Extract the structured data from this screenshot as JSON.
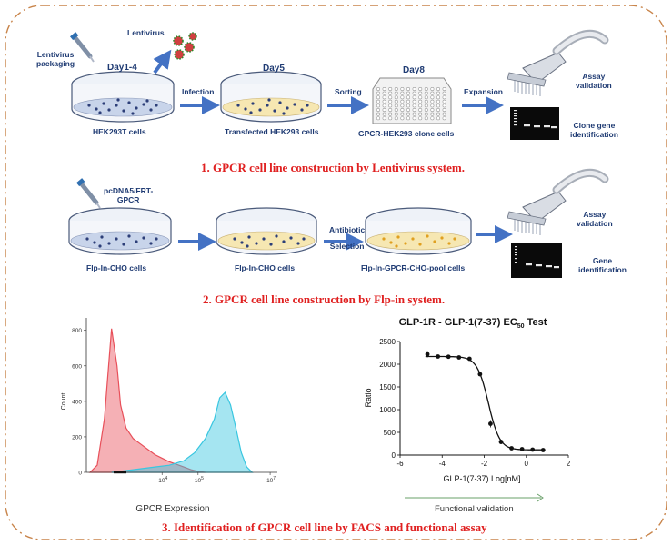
{
  "section1": {
    "lentivirus_packaging": "Lentivirus\npackaging",
    "day_1_4": "Day1-4",
    "lentivirus": "Lentivirus",
    "day5": "Day5",
    "day8": "Day8",
    "infection": "Infection",
    "sorting": "Sorting",
    "expansion": "Expansion",
    "hek293t_cells": "HEK293T cells",
    "transfected_cells": "Transfected HEK293 cells",
    "clone_cells": "GPCR-HEK293 clone cells",
    "assay_validation": "Assay\nvalidation",
    "clone_gene_identification": "Clone gene\nidentification",
    "caption": "1. GPCR cell line construction by Lentivirus system."
  },
  "section2": {
    "plasmid": "pcDNA5/FRT-\nGPCR",
    "flp_cho_1": "Flp-In-CHO cells",
    "flp_cho_2": "Flp-In-CHO cells",
    "antibiotic_selection": "Antibiotic\nSelection",
    "pool_cells": "Flp-In-GPCR-CHO-pool cells",
    "assay_validation": "Assay\nvalidation",
    "gene_identification": "Gene\nidentification",
    "caption": "2. GPCR cell line construction by Flp-in system."
  },
  "section3": {
    "functional_validation": "Functional validation",
    "caption": "3. Identification of GPCR cell line by FACS and functional assay"
  },
  "colors": {
    "arrow": "#4472c4",
    "caption": "#e02020",
    "label": "#1f3b73",
    "frame": "#c8844a",
    "histogram_red": "#e8505a",
    "histogram_blue": "#38c6e0"
  },
  "chart_data": [
    {
      "type": "area",
      "title": "",
      "xlabel": "GPCR Expression",
      "ylabel": "Count",
      "x_scale": "log",
      "x_ticks": [
        "10^4",
        "10^5",
        "10^7"
      ],
      "y_ticks": [
        0,
        200,
        400,
        600,
        800
      ],
      "ylim": [
        0,
        860
      ],
      "series": [
        {
          "color": "#e8505a",
          "x_log": [
            2.0,
            2.2,
            2.4,
            2.6,
            2.75,
            2.85,
            3.0,
            3.2,
            3.4,
            3.6,
            3.8,
            4.0,
            4.2,
            4.4,
            4.6,
            4.8,
            5.0,
            5.2
          ],
          "values": [
            0,
            40,
            300,
            810,
            600,
            380,
            250,
            190,
            160,
            130,
            100,
            80,
            60,
            45,
            30,
            15,
            5,
            0
          ]
        },
        {
          "color": "#38c6e0",
          "x_log": [
            2.6,
            3.2,
            3.8,
            4.2,
            4.6,
            4.9,
            5.2,
            5.45,
            5.6,
            5.75,
            5.9,
            6.05,
            6.2,
            6.35,
            6.5
          ],
          "values": [
            0,
            15,
            30,
            40,
            65,
            110,
            190,
            300,
            420,
            450,
            380,
            250,
            110,
            30,
            0
          ]
        }
      ]
    },
    {
      "type": "line",
      "title": "GLP-1R - GLP-1(7-37) EC",
      "title_sub": "50",
      "title_suffix": " Test",
      "xlabel": "GLP-1(7-37) Log[nM]",
      "ylabel": "Ratio",
      "xlim": [
        -6,
        2
      ],
      "ylim": [
        0,
        2500
      ],
      "x_ticks": [
        -6,
        -4,
        -2,
        0,
        2
      ],
      "y_ticks": [
        0,
        500,
        1000,
        1500,
        2000,
        2500
      ],
      "points_x": [
        -4.7,
        -4.2,
        -3.7,
        -3.2,
        -2.7,
        -2.2,
        -1.7,
        -1.2,
        -0.7,
        -0.2,
        0.3,
        0.8
      ],
      "points_y": [
        2220,
        2170,
        2165,
        2150,
        2120,
        1780,
        690,
        290,
        150,
        130,
        120,
        110
      ],
      "error": [
        70,
        20,
        20,
        20,
        20,
        30,
        80,
        50,
        20,
        20,
        20,
        20
      ],
      "fit": {
        "top": 2170,
        "bottom": 115,
        "log_ec50": -1.8,
        "hill": -1.6
      }
    }
  ]
}
